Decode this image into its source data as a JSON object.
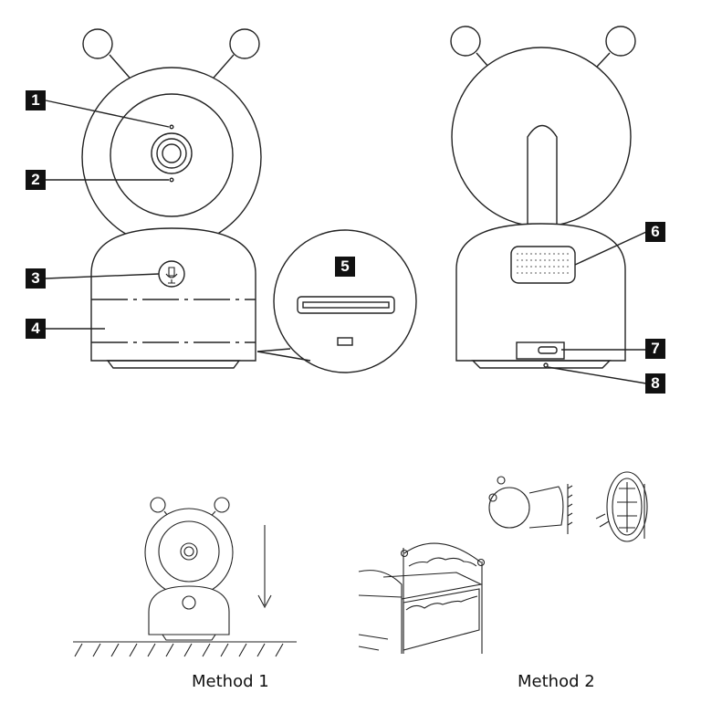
{
  "callouts": {
    "c1": "1",
    "c2": "2",
    "c3": "3",
    "c4": "4",
    "c5": "5",
    "c6": "6",
    "c7": "7",
    "c8": "8"
  },
  "methods": {
    "method1": "Method 1",
    "method2": "Method 2"
  },
  "colors": {
    "line": "#222222",
    "badge": "#111111"
  }
}
